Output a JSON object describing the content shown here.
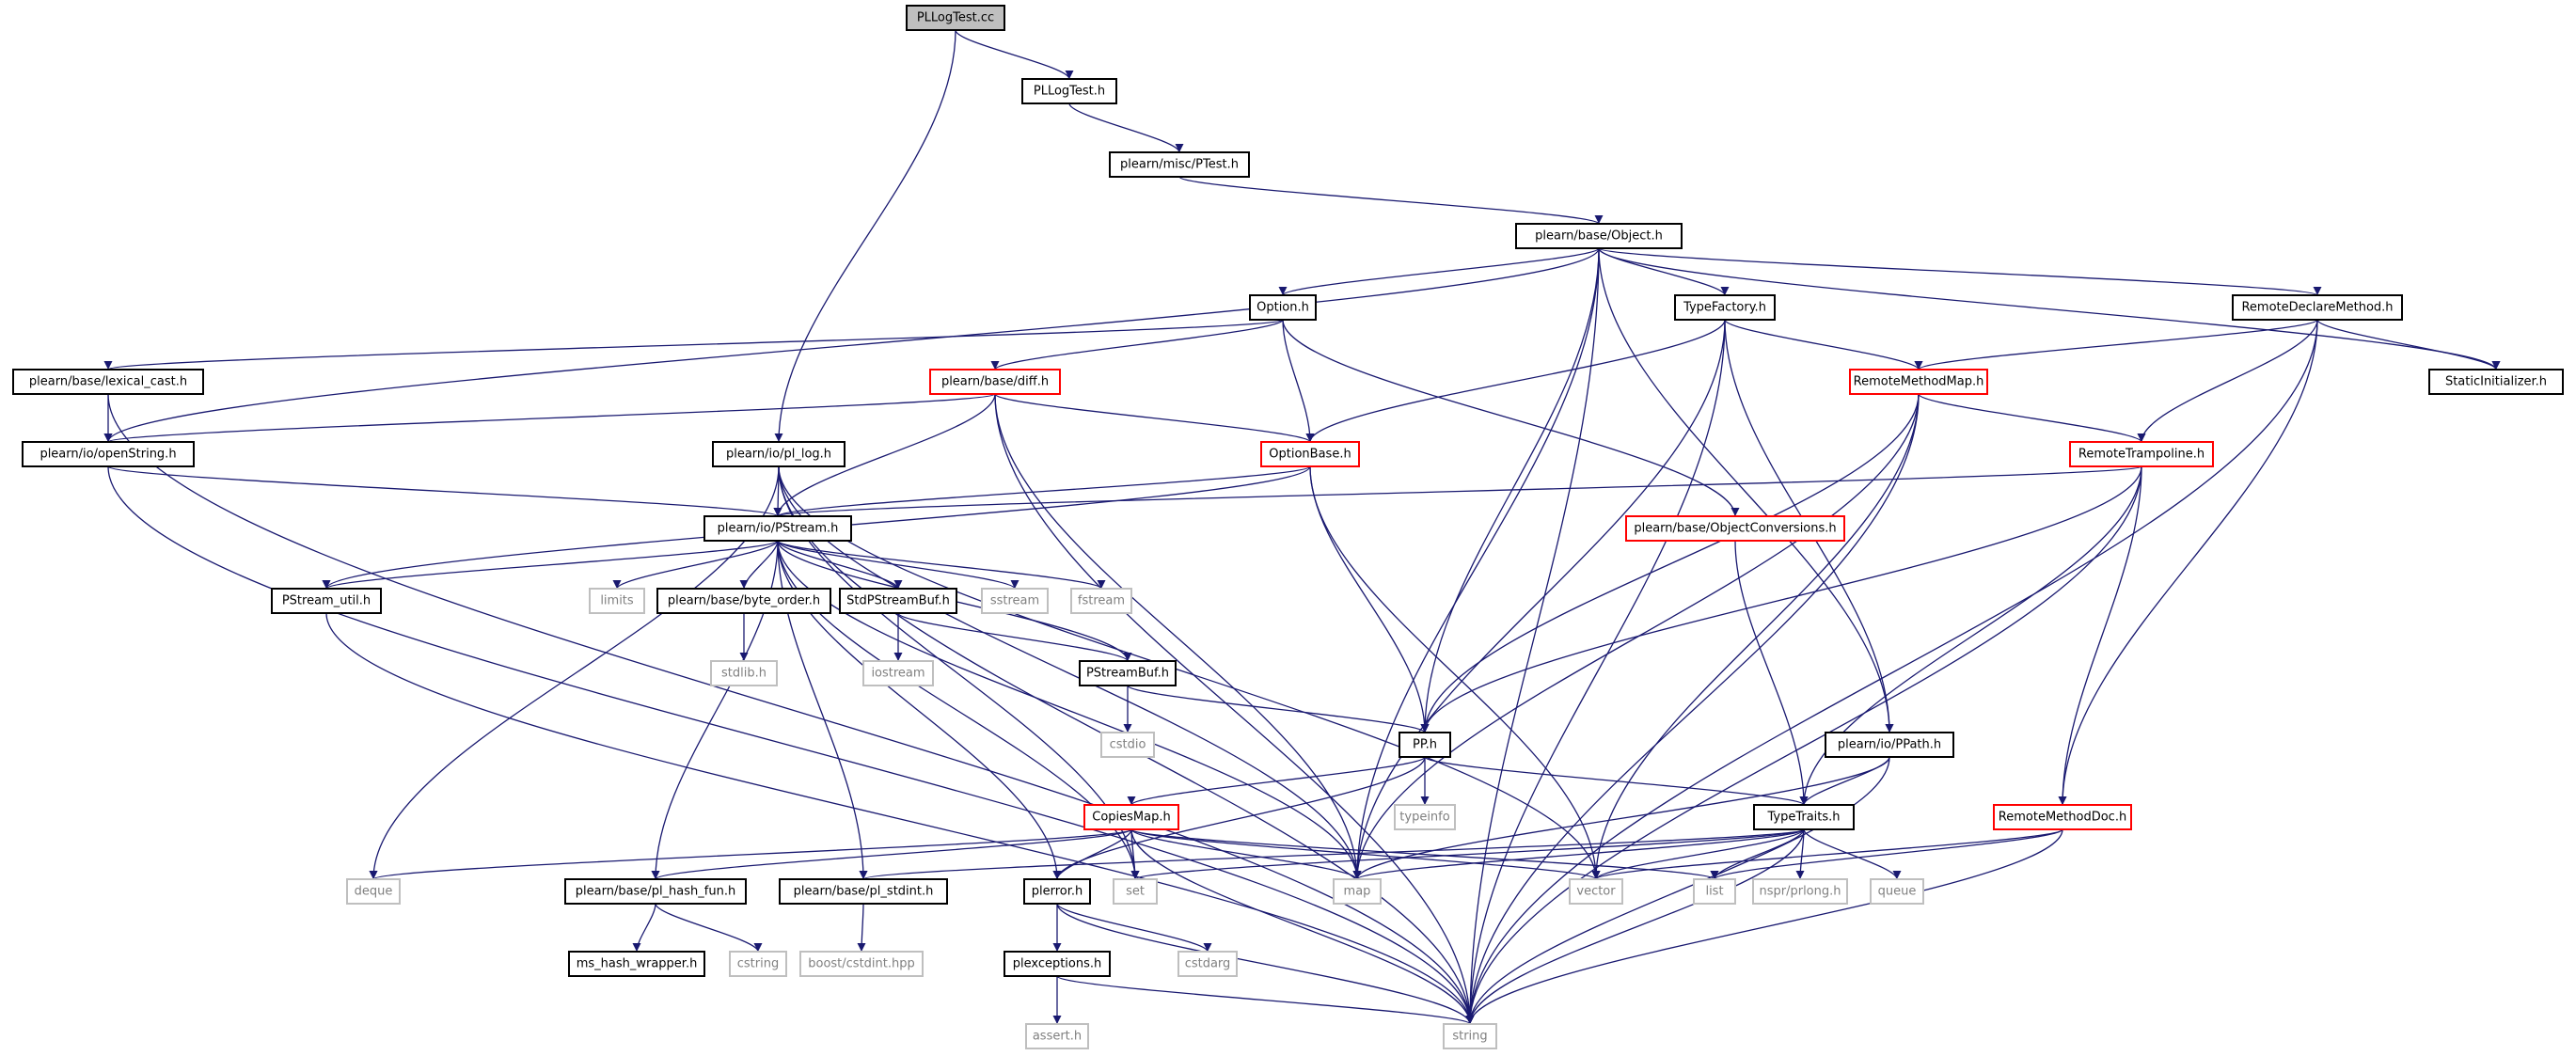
{
  "colors": {
    "edge": "#191970",
    "default_border": "#000000",
    "red_border": "#ff0000",
    "external_border": "#bfbfbf",
    "external_text": "#808080",
    "root_fill": "#bfbfbf"
  },
  "nodes": [
    {
      "id": "plogtest_cc",
      "label": "PLLogTest.cc",
      "style": "root"
    },
    {
      "id": "plogtest_h",
      "label": "PLLogTest.h",
      "style": "default"
    },
    {
      "id": "ptest_h",
      "label": "plearn/misc/PTest.h",
      "style": "default"
    },
    {
      "id": "object_h",
      "label": "plearn/base/Object.h",
      "style": "default"
    },
    {
      "id": "option_h",
      "label": "Option.h",
      "style": "default"
    },
    {
      "id": "typefactory_h",
      "label": "TypeFactory.h",
      "style": "default"
    },
    {
      "id": "remotedeclaremethod_h",
      "label": "RemoteDeclareMethod.h",
      "style": "default"
    },
    {
      "id": "lexical_cast_h",
      "label": "plearn/base/lexical_cast.h",
      "style": "default"
    },
    {
      "id": "diff_h",
      "label": "plearn/base/diff.h",
      "style": "red"
    },
    {
      "id": "remotemethodmap_h",
      "label": "RemoteMethodMap.h",
      "style": "red"
    },
    {
      "id": "staticinitializer_h",
      "label": "StaticInitializer.h",
      "style": "default"
    },
    {
      "id": "openstring_h",
      "label": "plearn/io/openString.h",
      "style": "default"
    },
    {
      "id": "pl_log_h",
      "label": "plearn/io/pl_log.h",
      "style": "default"
    },
    {
      "id": "optionbase_h",
      "label": "OptionBase.h",
      "style": "red"
    },
    {
      "id": "remotetrampoline_h",
      "label": "RemoteTrampoline.h",
      "style": "red"
    },
    {
      "id": "pstream_h",
      "label": "plearn/io/PStream.h",
      "style": "default"
    },
    {
      "id": "objectconversions_h",
      "label": "plearn/base/ObjectConversions.h",
      "style": "red"
    },
    {
      "id": "pstream_util_h",
      "label": "PStream_util.h",
      "style": "default"
    },
    {
      "id": "limits",
      "label": "limits",
      "style": "external"
    },
    {
      "id": "byte_order_h",
      "label": "plearn/base/byte_order.h",
      "style": "default"
    },
    {
      "id": "stdpstreambuf_h",
      "label": "StdPStreamBuf.h",
      "style": "default"
    },
    {
      "id": "sstream",
      "label": "sstream",
      "style": "external"
    },
    {
      "id": "fstream",
      "label": "fstream",
      "style": "external"
    },
    {
      "id": "stdlib_h",
      "label": "stdlib.h",
      "style": "external"
    },
    {
      "id": "iostream",
      "label": "iostream",
      "style": "external"
    },
    {
      "id": "pstreambuf_h",
      "label": "PStreamBuf.h",
      "style": "default"
    },
    {
      "id": "cstdio",
      "label": "cstdio",
      "style": "external"
    },
    {
      "id": "pp_h",
      "label": "PP.h",
      "style": "default"
    },
    {
      "id": "ppath_h",
      "label": "plearn/io/PPath.h",
      "style": "default"
    },
    {
      "id": "typeinfo",
      "label": "typeinfo",
      "style": "external"
    },
    {
      "id": "copiesmap_h",
      "label": "CopiesMap.h",
      "style": "red"
    },
    {
      "id": "typetraits_h",
      "label": "TypeTraits.h",
      "style": "default"
    },
    {
      "id": "remotemethoddoc_h",
      "label": "RemoteMethodDoc.h",
      "style": "red"
    },
    {
      "id": "deque",
      "label": "deque",
      "style": "external"
    },
    {
      "id": "pl_hash_fun_h",
      "label": "plearn/base/pl_hash_fun.h",
      "style": "default"
    },
    {
      "id": "pl_stdint_h",
      "label": "plearn/base/pl_stdint.h",
      "style": "default"
    },
    {
      "id": "plerror_h",
      "label": "plerror.h",
      "style": "default"
    },
    {
      "id": "set",
      "label": "set",
      "style": "external"
    },
    {
      "id": "map",
      "label": "map",
      "style": "external"
    },
    {
      "id": "vector",
      "label": "vector",
      "style": "external"
    },
    {
      "id": "list",
      "label": "list",
      "style": "external"
    },
    {
      "id": "prlong_h",
      "label": "nspr/prlong.h",
      "style": "external"
    },
    {
      "id": "queue",
      "label": "queue",
      "style": "external"
    },
    {
      "id": "ms_hash_wrapper_h",
      "label": "ms_hash_wrapper.h",
      "style": "default"
    },
    {
      "id": "cstring",
      "label": "cstring",
      "style": "external"
    },
    {
      "id": "cstdint_hpp",
      "label": "boost/cstdint.hpp",
      "style": "external"
    },
    {
      "id": "cstdarg",
      "label": "cstdarg",
      "style": "external"
    },
    {
      "id": "plexceptions_h",
      "label": "plexceptions.h",
      "style": "default"
    },
    {
      "id": "assert_h",
      "label": "assert.h",
      "style": "external"
    },
    {
      "id": "string",
      "label": "string",
      "style": "external"
    }
  ],
  "edges": [
    [
      "plogtest_cc",
      "plogtest_h"
    ],
    [
      "plogtest_cc",
      "pl_log_h"
    ],
    [
      "plogtest_h",
      "ptest_h"
    ],
    [
      "ptest_h",
      "object_h"
    ],
    [
      "object_h",
      "option_h"
    ],
    [
      "object_h",
      "typefactory_h"
    ],
    [
      "object_h",
      "remotedeclaremethod_h"
    ],
    [
      "object_h",
      "staticinitializer_h"
    ],
    [
      "object_h",
      "openstring_h"
    ],
    [
      "object_h",
      "pp_h"
    ],
    [
      "object_h",
      "ppath_h"
    ],
    [
      "object_h",
      "map"
    ],
    [
      "object_h",
      "string"
    ],
    [
      "option_h",
      "lexical_cast_h"
    ],
    [
      "option_h",
      "diff_h"
    ],
    [
      "option_h",
      "optionbase_h"
    ],
    [
      "option_h",
      "objectconversions_h"
    ],
    [
      "typefactory_h",
      "remotemethodmap_h"
    ],
    [
      "typefactory_h",
      "optionbase_h"
    ],
    [
      "typefactory_h",
      "ppath_h"
    ],
    [
      "typefactory_h",
      "map"
    ],
    [
      "typefactory_h",
      "string"
    ],
    [
      "remotedeclaremethod_h",
      "remotemethodmap_h"
    ],
    [
      "remotedeclaremethod_h",
      "remotetrampoline_h"
    ],
    [
      "remotedeclaremethod_h",
      "staticinitializer_h"
    ],
    [
      "remotedeclaremethod_h",
      "remotemethoddoc_h"
    ],
    [
      "remotedeclaremethod_h",
      "string"
    ],
    [
      "lexical_cast_h",
      "openstring_h"
    ],
    [
      "lexical_cast_h",
      "string"
    ],
    [
      "diff_h",
      "openstring_h"
    ],
    [
      "diff_h",
      "optionbase_h"
    ],
    [
      "diff_h",
      "pstream_h"
    ],
    [
      "diff_h",
      "map"
    ],
    [
      "diff_h",
      "string"
    ],
    [
      "remotemethodmap_h",
      "remotetrampoline_h"
    ],
    [
      "remotemethodmap_h",
      "pp_h"
    ],
    [
      "remotemethodmap_h",
      "map"
    ],
    [
      "remotemethodmap_h",
      "vector"
    ],
    [
      "remotemethodmap_h",
      "string"
    ],
    [
      "openstring_h",
      "pstream_h"
    ],
    [
      "openstring_h",
      "string"
    ],
    [
      "pl_log_h",
      "pstream_h"
    ],
    [
      "pl_log_h",
      "map"
    ],
    [
      "pl_log_h",
      "set"
    ],
    [
      "pl_log_h",
      "vector"
    ],
    [
      "pl_log_h",
      "deque"
    ],
    [
      "pl_log_h",
      "string"
    ],
    [
      "optionbase_h",
      "pstream_h"
    ],
    [
      "optionbase_h",
      "pstream_util_h"
    ],
    [
      "optionbase_h",
      "pp_h"
    ],
    [
      "optionbase_h",
      "vector"
    ],
    [
      "remotetrampoline_h",
      "pstream_h"
    ],
    [
      "remotetrampoline_h",
      "pp_h"
    ],
    [
      "remotetrampoline_h",
      "typetraits_h"
    ],
    [
      "remotetrampoline_h",
      "remotemethoddoc_h"
    ],
    [
      "remotetrampoline_h",
      "string"
    ],
    [
      "pstream_h",
      "pstream_util_h"
    ],
    [
      "pstream_h",
      "limits"
    ],
    [
      "pstream_h",
      "byte_order_h"
    ],
    [
      "pstream_h",
      "stdpstreambuf_h"
    ],
    [
      "pstream_h",
      "sstream"
    ],
    [
      "pstream_h",
      "fstream"
    ],
    [
      "pstream_h",
      "pstreambuf_h"
    ],
    [
      "pstream_h",
      "pl_hash_fun_h"
    ],
    [
      "pstream_h",
      "pl_stdint_h"
    ],
    [
      "pstream_h",
      "plerror_h"
    ],
    [
      "pstream_h",
      "set"
    ],
    [
      "pstream_h",
      "map"
    ],
    [
      "objectconversions_h",
      "typetraits_h"
    ],
    [
      "pstream_util_h",
      "string"
    ],
    [
      "byte_order_h",
      "stdlib_h"
    ],
    [
      "stdpstreambuf_h",
      "iostream"
    ],
    [
      "stdpstreambuf_h",
      "pstreambuf_h"
    ],
    [
      "pstreambuf_h",
      "cstdio"
    ],
    [
      "pstreambuf_h",
      "pp_h"
    ],
    [
      "pp_h",
      "typeinfo"
    ],
    [
      "pp_h",
      "copiesmap_h"
    ],
    [
      "pp_h",
      "typetraits_h"
    ],
    [
      "pp_h",
      "plerror_h"
    ],
    [
      "ppath_h",
      "typetraits_h"
    ],
    [
      "ppath_h",
      "map"
    ],
    [
      "ppath_h",
      "string"
    ],
    [
      "copiesmap_h",
      "deque"
    ],
    [
      "copiesmap_h",
      "pl_hash_fun_h"
    ],
    [
      "copiesmap_h",
      "plerror_h"
    ],
    [
      "copiesmap_h",
      "set"
    ],
    [
      "copiesmap_h",
      "map"
    ],
    [
      "copiesmap_h",
      "vector"
    ],
    [
      "copiesmap_h",
      "list"
    ],
    [
      "copiesmap_h",
      "string"
    ],
    [
      "typetraits_h",
      "pl_stdint_h"
    ],
    [
      "typetraits_h",
      "set"
    ],
    [
      "typetraits_h",
      "map"
    ],
    [
      "typetraits_h",
      "vector"
    ],
    [
      "typetraits_h",
      "list"
    ],
    [
      "typetraits_h",
      "prlong_h"
    ],
    [
      "typetraits_h",
      "queue"
    ],
    [
      "typetraits_h",
      "string"
    ],
    [
      "remotemethoddoc_h",
      "list"
    ],
    [
      "remotemethoddoc_h",
      "vector"
    ],
    [
      "remotemethoddoc_h",
      "string"
    ],
    [
      "pl_hash_fun_h",
      "ms_hash_wrapper_h"
    ],
    [
      "pl_hash_fun_h",
      "cstring"
    ],
    [
      "pl_stdint_h",
      "cstdint_hpp"
    ],
    [
      "plerror_h",
      "plexceptions_h"
    ],
    [
      "plerror_h",
      "cstdarg"
    ],
    [
      "plerror_h",
      "string"
    ],
    [
      "plexceptions_h",
      "assert_h"
    ],
    [
      "plexceptions_h",
      "string"
    ]
  ]
}
